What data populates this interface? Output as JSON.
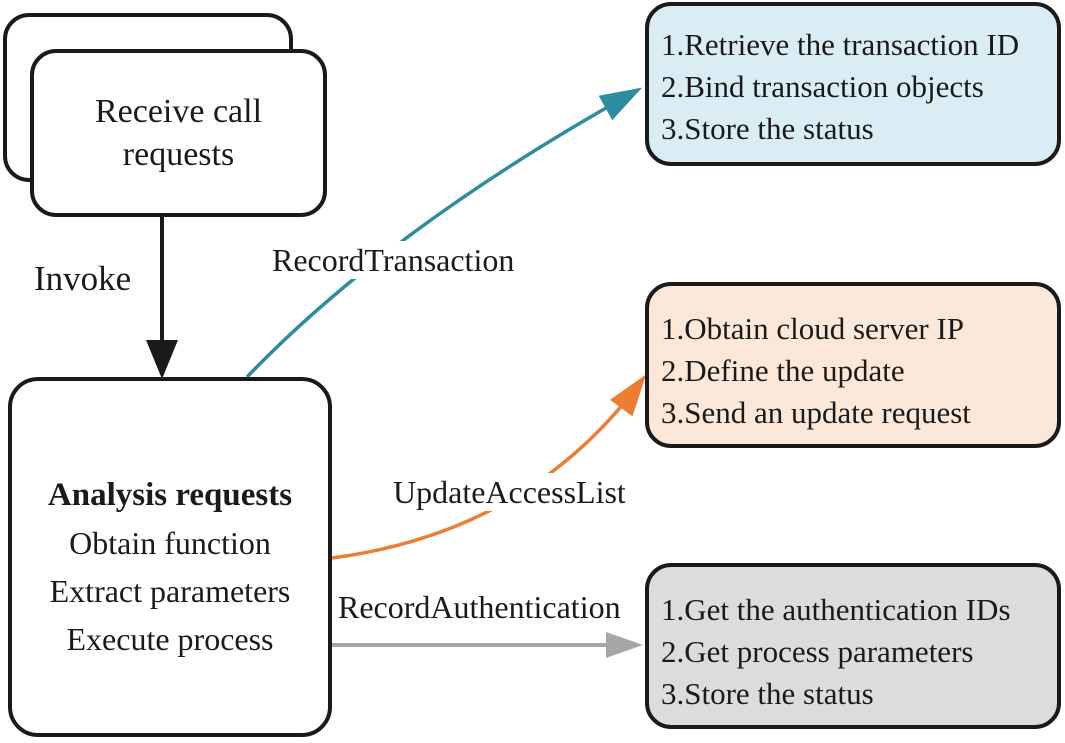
{
  "diagram": {
    "receive_box": {
      "label": "Receive call requests"
    },
    "invoke": {
      "label": "Invoke"
    },
    "analysis_box": {
      "title": "Analysis requests",
      "items": [
        "Obtain function",
        "Extract parameters",
        "Execute process"
      ]
    },
    "calls": [
      {
        "label": "RecordTransaction",
        "color": "#2e8ca1"
      },
      {
        "label": "UpdateAccessList",
        "color": "#ed7d31"
      },
      {
        "label": "RecordAuthentication",
        "color": "#a6a6a6"
      }
    ],
    "result_boxes": [
      {
        "name": "transaction",
        "fill": "#daedf4",
        "items": [
          "1.Retrieve the transaction ID",
          "2.Bind transaction objects",
          "3.Store the status"
        ]
      },
      {
        "name": "update",
        "fill": "#fbe8d8",
        "items": [
          "1.Obtain cloud server IP",
          "2.Define the update",
          "3.Send an update request"
        ]
      },
      {
        "name": "authentication",
        "fill": "#dcdcdc",
        "items": [
          "1.Get the authentication IDs",
          "2.Get process parameters",
          "3.Store the status"
        ]
      }
    ],
    "colors": {
      "outline": "#1a1a1a",
      "background": "#ffffff"
    }
  }
}
